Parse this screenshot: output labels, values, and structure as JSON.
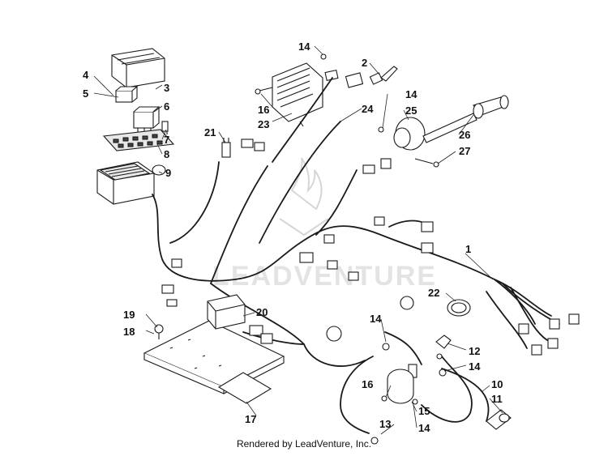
{
  "watermark": {
    "text": "LEADVENTURE"
  },
  "footer": {
    "credit": "Rendered by LeadVenture, Inc."
  },
  "callouts": {
    "c1": "1",
    "c2": "2",
    "c3": "3",
    "c4": "4",
    "c5": "5",
    "c6": "6",
    "c7": "7",
    "c8": "8",
    "c9": "9",
    "c10": "10",
    "c11": "11",
    "c12": "12",
    "c13": "13",
    "c14a": "14",
    "c14b": "14",
    "c14c": "14",
    "c14d": "14",
    "c14e": "14",
    "c15": "15",
    "c16a": "16",
    "c16b": "16",
    "c17": "17",
    "c18": "18",
    "c19": "19",
    "c20": "20",
    "c21": "21",
    "c22": "22",
    "c23": "23",
    "c24": "24",
    "c25": "25",
    "c26": "26",
    "c27": "27"
  }
}
